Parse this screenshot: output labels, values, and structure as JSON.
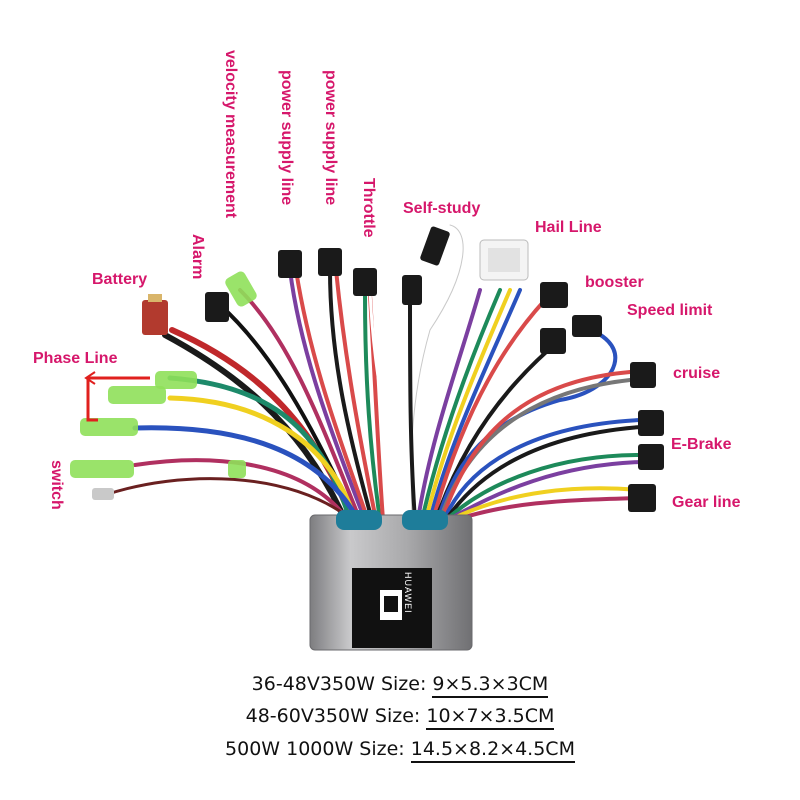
{
  "labels": {
    "battery": "Battery",
    "alarm": "Alarm",
    "velocity": "velocity measurement",
    "power1": "power supply line",
    "power2": "power supply line",
    "throttle": "Throttle",
    "self_study": "Self-study",
    "hail": "Hail Line",
    "booster": "booster",
    "speed_limit": "Speed limit",
    "cruise": "cruise",
    "ebrake": "E-Brake",
    "gear": "Gear line",
    "phase": "Phase Line",
    "switch": "switch"
  },
  "controller": {
    "brand": "HUAWEI"
  },
  "specs": [
    {
      "prefix": "36-48V350W Size: ",
      "dims": "9×5.3×3CM"
    },
    {
      "prefix": "48-60V350W Size: ",
      "dims": "10×7×3.5CM"
    },
    {
      "prefix": "500W 1000W Size: ",
      "dims": "14.5×8.2×4.5CM"
    }
  ],
  "colors": {
    "label": "#d6176b",
    "phase_arrow": "#e0201e",
    "housing": "#9a9a9c",
    "grommet": "#1e7d9a"
  }
}
